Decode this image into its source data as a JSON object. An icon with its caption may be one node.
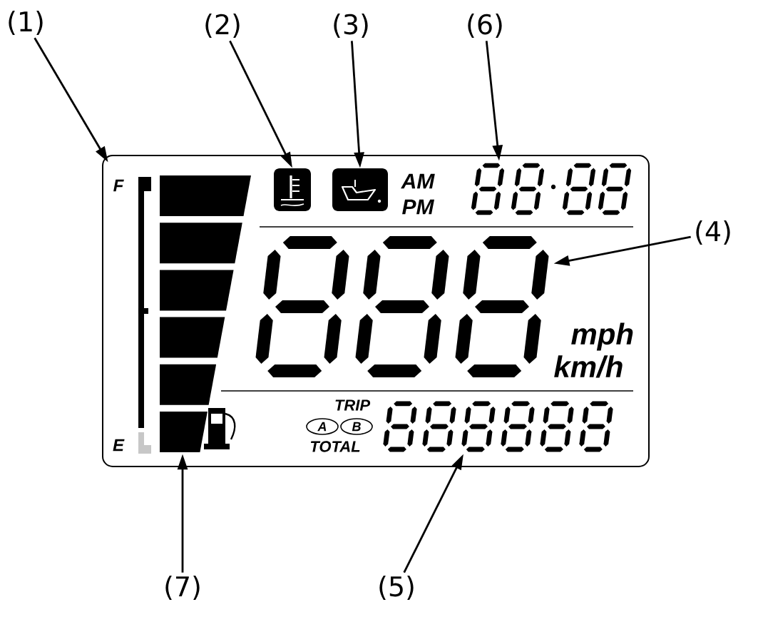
{
  "diagram": {
    "nodes": [
      {
        "text": [
          "(1)"
        ]
      },
      {
        "text": [
          "(2)"
        ]
      },
      {
        "text": [
          "(3)"
        ]
      },
      {
        "text": [
          "(6)"
        ]
      },
      {
        "text": [
          "(4)"
        ]
      },
      {
        "text": [
          "(5)"
        ]
      },
      {
        "text": [
          "(7)"
        ]
      },
      {
        "text": [
          "F",
          "E"
        ]
      },
      {
        "text": [],
        "shape": "box"
      },
      {
        "text": [],
        "shape": "box"
      },
      {
        "text": [
          "AM",
          "PM"
        ]
      },
      {
        "text": [],
        "shape": "bar"
      },
      {
        "text": [
          "mph",
          "km/h"
        ]
      },
      {
        "text": [
          "TRIP",
          "A",
          "B",
          "TOTAL"
        ]
      }
    ],
    "edges": [
      {
        "from": 0,
        "to": 7,
        "arrow": "to"
      },
      {
        "from": 1,
        "to": 8,
        "arrow": "to"
      },
      {
        "from": 2,
        "to": 9,
        "arrow": "to"
      },
      {
        "from": 3,
        "to": 10,
        "arrow": "to"
      },
      {
        "from": 4,
        "to": 12,
        "arrow": "to"
      },
      {
        "from": 5,
        "to": 13,
        "arrow": "to"
      },
      {
        "from": 6,
        "to": 11,
        "arrow": "to"
      }
    ]
  }
}
